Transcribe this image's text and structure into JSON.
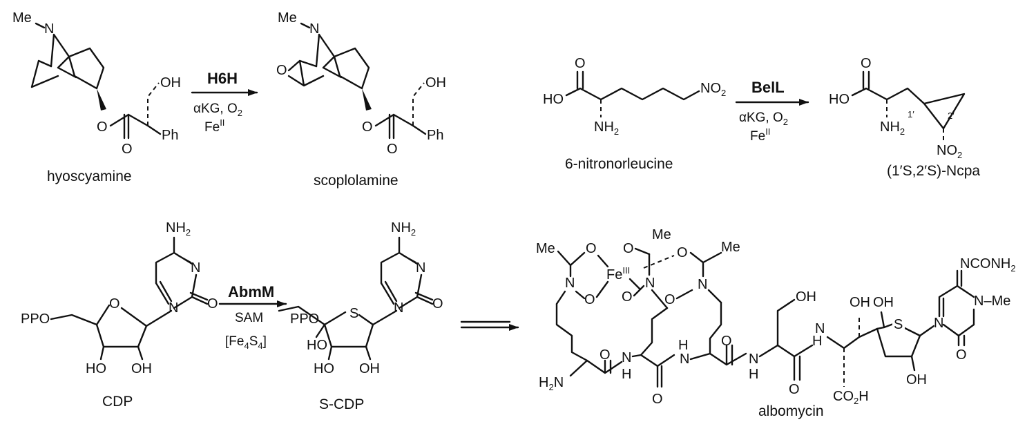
{
  "atoms": {
    "me": "Me",
    "n": "N",
    "o": "O",
    "oh": "OH",
    "ho": "HO",
    "ph": "Ph",
    "nh2": "NH",
    "h2n": "H",
    "h": "H",
    "s": "S",
    "ppo": "PPO",
    "fe": "Fe",
    "co2h": "CO",
    "no2": "NO",
    "ncconh2": "NCONH",
    "nme": "N–Me",
    "sub2": "2",
    "fe_ox": "III",
    "locant1": "1′",
    "locant2": "2′"
  },
  "reactions": [
    {
      "enzyme": "H6H",
      "cond1": "αKG, O",
      "cond1_sub": "2",
      "cond2": "Fe",
      "cond2_sup": "II"
    },
    {
      "enzyme": "BelL",
      "cond1": "αKG, O",
      "cond1_sub": "2",
      "cond2": "Fe",
      "cond2_sup": "II"
    },
    {
      "enzyme": "AbmM",
      "cond1": "SAM",
      "cond2": "[Fe",
      "cond2_sub1": "4",
      "cond2_mid": "S",
      "cond2_sub2": "4",
      "cond2_end": "]"
    }
  ],
  "compounds": {
    "hyoscyamine": "hyoscyamine",
    "scopolamine": "scoplolamine",
    "nitronorleucine": "6-nitronorleucine",
    "ncpa": "(1′S,2′S)-Ncpa",
    "cdp": "CDP",
    "scdp": "S-CDP",
    "albomycin": "albomycin"
  }
}
